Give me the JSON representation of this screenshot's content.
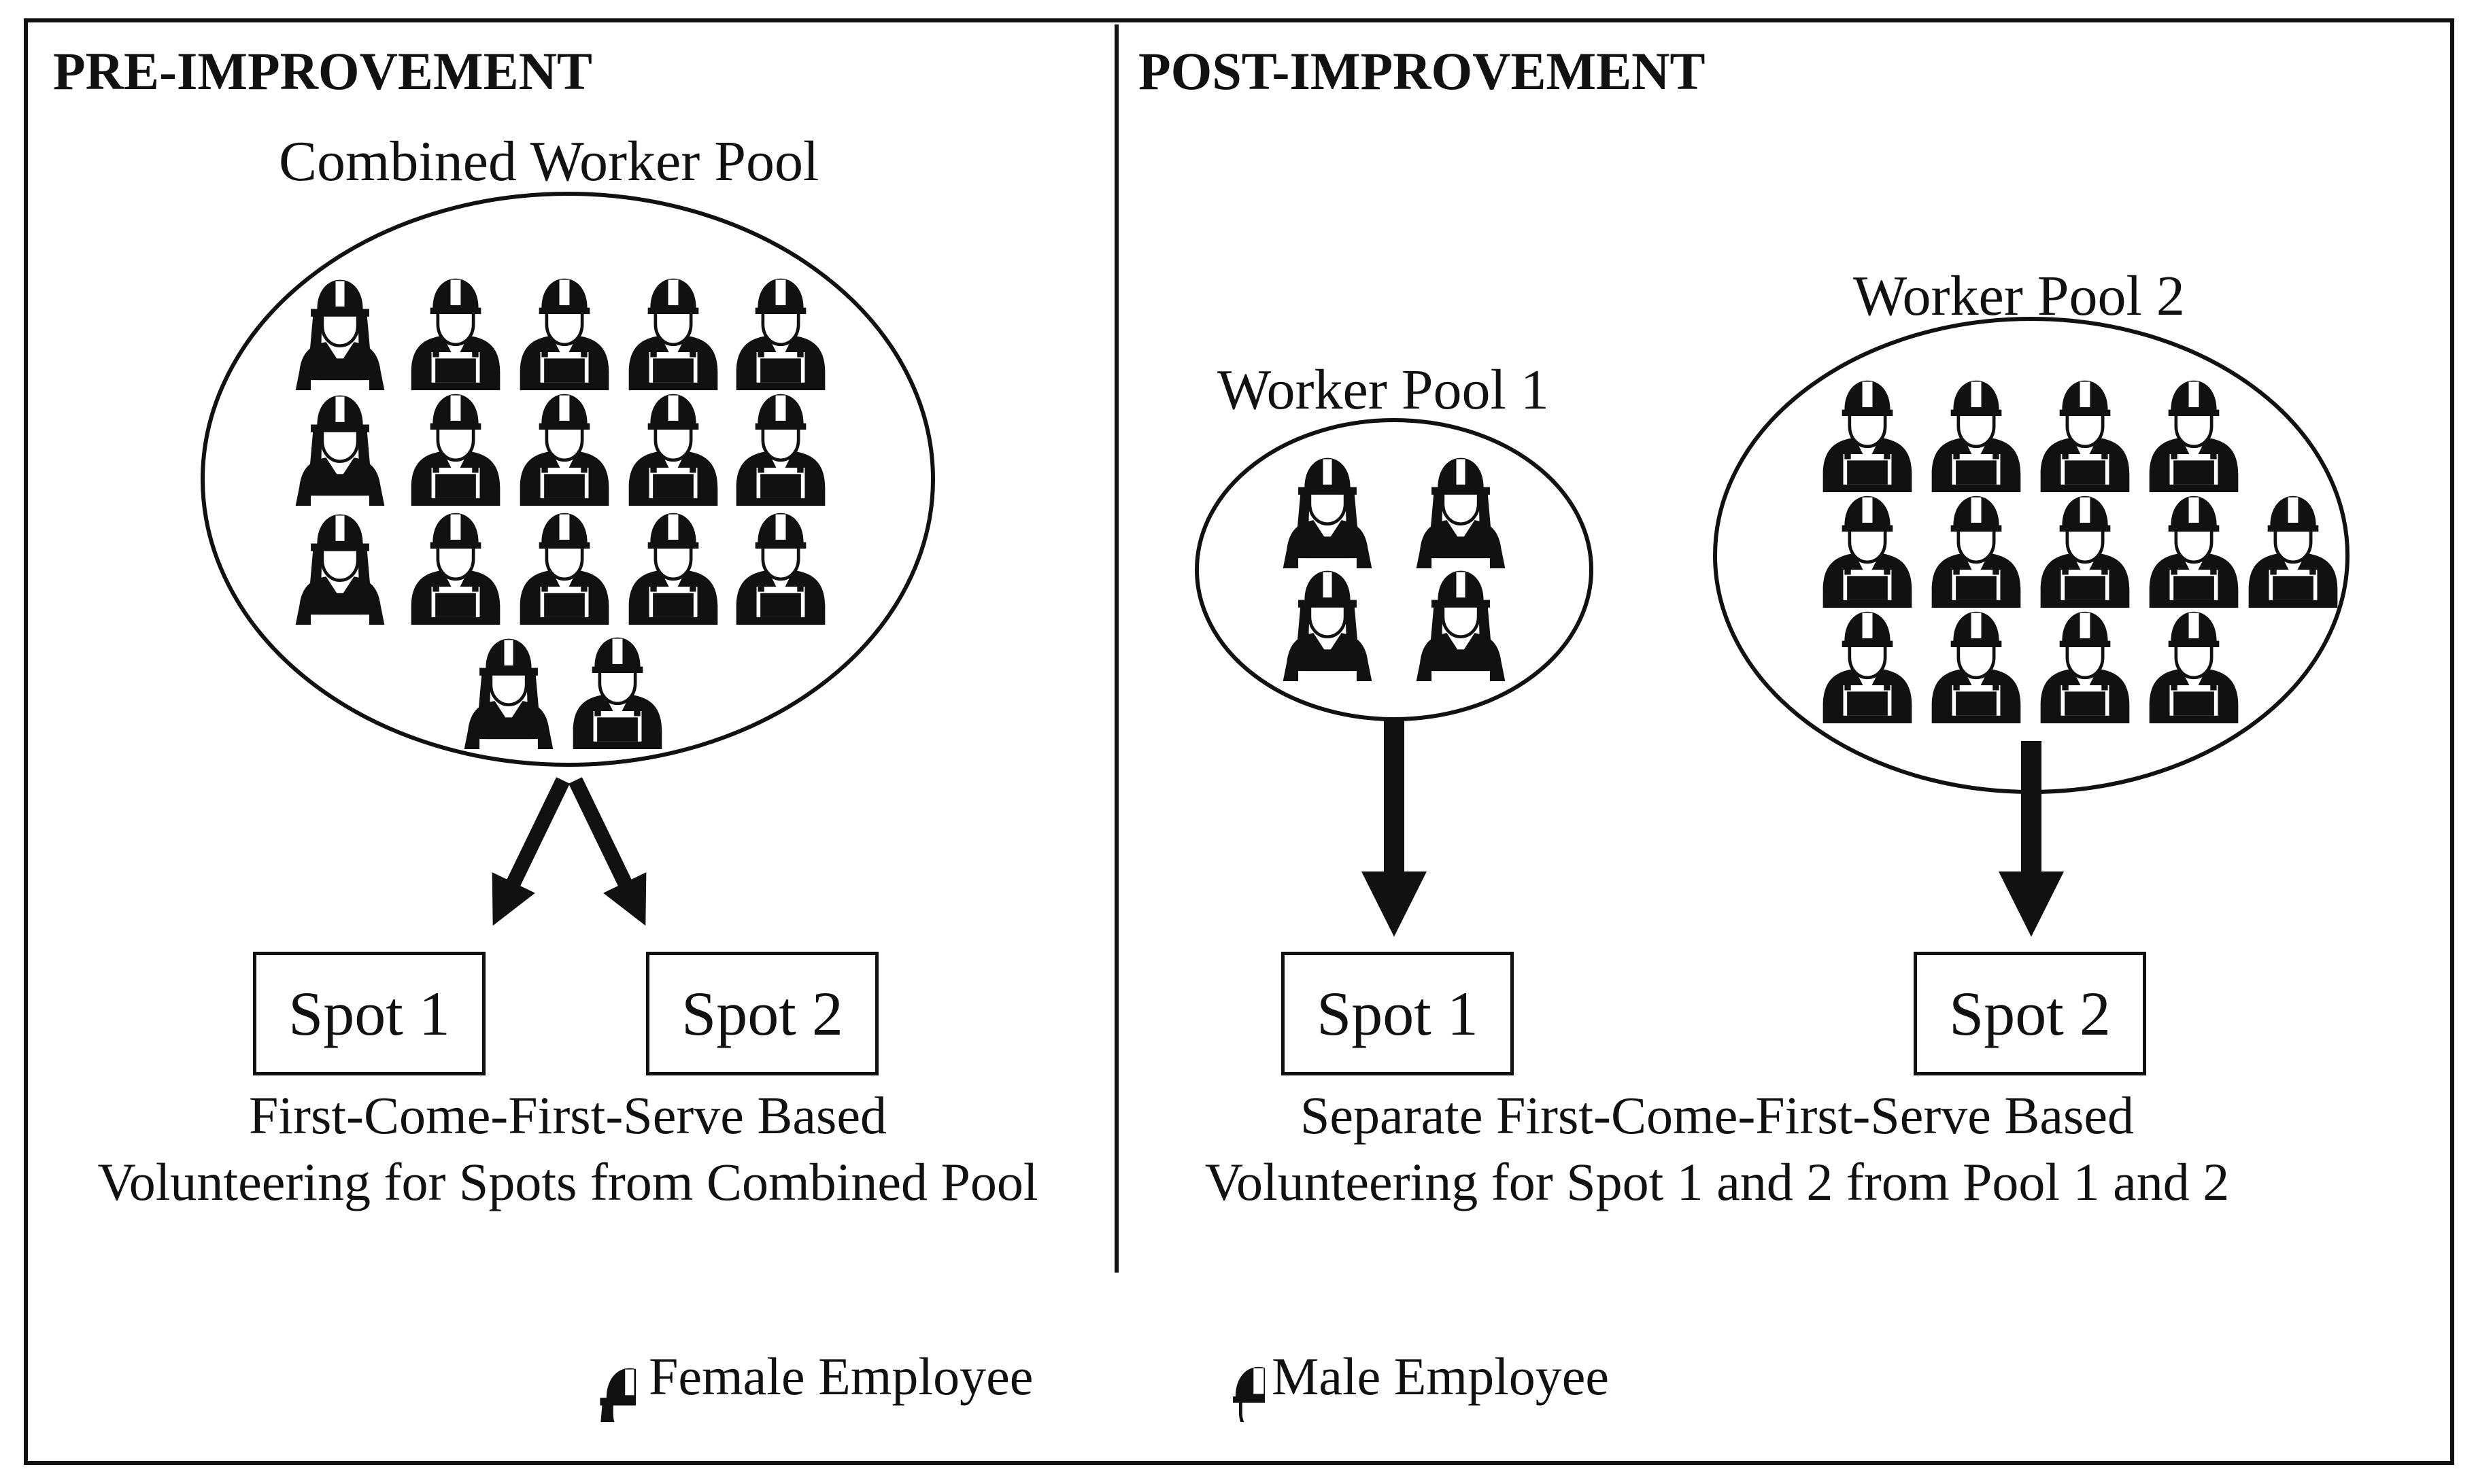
{
  "pre": {
    "header": "PRE-IMPROVEMENT",
    "pool_label": "Combined Worker Pool",
    "spot1": "Spot 1",
    "spot2": "Spot 2",
    "caption_line1": "First-Come-First-Serve Based",
    "caption_line2": "Volunteering for Spots from Combined Pool"
  },
  "post": {
    "header": "POST-IMPROVEMENT",
    "pool1_label": "Worker Pool 1",
    "pool2_label": "Worker Pool 2",
    "spot1": "Spot 1",
    "spot2": "Spot 2",
    "caption_line1": "Separate First-Come-First-Serve Based",
    "caption_line2": "Volunteering for Spot 1 and 2 from Pool 1 and 2"
  },
  "legend": {
    "female_label": "Female Employee",
    "male_label": "Male Employee",
    "female_icon": "female-worker-icon",
    "male_icon": "male-worker-icon"
  },
  "pools": {
    "combined": {
      "female_count": 4,
      "male_count": 13
    },
    "pool1": {
      "female_count": 4,
      "male_count": 0
    },
    "pool2": {
      "female_count": 0,
      "male_count": 13
    }
  }
}
